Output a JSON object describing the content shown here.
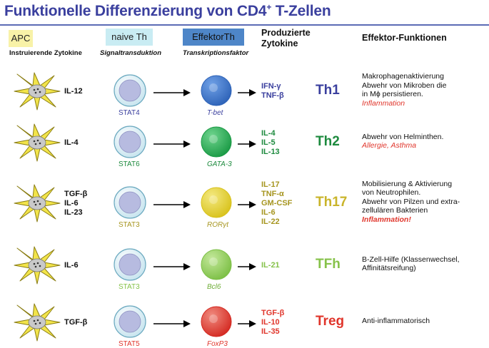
{
  "title": {
    "text": "Funktionelle Differenzierung von CD4",
    "superscript": "+",
    "suffix": " T-Zellen"
  },
  "headers": {
    "apc": "APC",
    "apc_sub": "Instruierende Zytokine",
    "naive": "naive Th",
    "naive_sub": "Signaltransduktion",
    "effektor": "EffektorTh",
    "effektor_sub": "Transkriptionsfaktor",
    "produced_line1": "Produzierte",
    "produced_line2": "Zytokine",
    "functions": "Effektor-Funktionen"
  },
  "colors": {
    "title": "#3a3f9e",
    "apc_cell": "#f2e44a",
    "apc_nucleus": "#c9c9c9",
    "naive_cell": "#c5e3ee",
    "naive_nucleus": "#b7bbe0",
    "red_text": "#e0352b"
  },
  "rows": [
    {
      "apc_cytokines": [
        "IL-12"
      ],
      "stat": "STAT4",
      "stat_color": "#3a3f9e",
      "tf": "T-bet",
      "tf_color": "#3a3f9e",
      "cell_color": "#2e63b8",
      "cell_light": "#6fa0e6",
      "cytokines": [
        "IFN-γ",
        "TNF-β"
      ],
      "cyt_color": "#3a3f9e",
      "subset": "Th1",
      "subset_color": "#3a3f9e",
      "functions": [
        "Makrophagenaktivierung",
        "Abwehr von Mikroben die",
        "in Mϕ persistieren."
      ],
      "functions_red": "Inflammation",
      "red_bold": false
    },
    {
      "apc_cytokines": [
        "IL-4"
      ],
      "stat": "STAT6",
      "stat_color": "#1d8a3e",
      "tf": "GATA-3",
      "tf_color": "#1d8a3e",
      "cell_color": "#1a9a45",
      "cell_light": "#6fd48e",
      "cytokines": [
        "IL-4",
        "IL-5",
        "IL-13"
      ],
      "cyt_color": "#1d8a3e",
      "subset": "Th2",
      "subset_color": "#1d8a3e",
      "functions": [
        "Abwehr von Helminthen."
      ],
      "functions_red": "Allergie, Asthma",
      "red_bold": false
    },
    {
      "apc_cytokines": [
        "TGF-β",
        "IL-6",
        "IL-23"
      ],
      "stat": "STAT3",
      "stat_color": "#a6951f",
      "tf": "RORγt",
      "tf_color": "#a6951f",
      "cell_color": "#d8c21c",
      "cell_light": "#f4e980",
      "cytokines": [
        "IL-17",
        "TNF-α",
        "GM-CSF",
        "IL-6",
        "IL-22"
      ],
      "cyt_color": "#a6951f",
      "subset": "Th17",
      "subset_color": "#c9b42a",
      "functions": [
        "Mobilisierung & Aktivierung",
        "von Neutrophilen.",
        "Abwehr von Pilzen und extra-",
        "zellulären Bakterien"
      ],
      "functions_red": "Inflammation!",
      "red_bold": true
    },
    {
      "apc_cytokines": [
        "IL-6"
      ],
      "stat": "STAT3",
      "stat_color": "#86c24a",
      "tf": "Bcl6",
      "tf_color": "#6fae38",
      "cell_color": "#7cbf45",
      "cell_light": "#c3e89a",
      "cytokines": [
        "IL-21"
      ],
      "cyt_color": "#86c24a",
      "subset": "TFh",
      "subset_color": "#86c24a",
      "functions": [
        "B-Zell-Hilfe (Klassenwechsel,",
        "Affinitätsreifung)"
      ],
      "functions_red": "",
      "red_bold": false
    },
    {
      "apc_cytokines": [
        "TGF-β"
      ],
      "stat": "STAT5",
      "stat_color": "#e0352b",
      "tf": "FoxP3",
      "tf_color": "#e0352b",
      "cell_color": "#d42a22",
      "cell_light": "#f08a7e",
      "cytokines": [
        "TGF-β",
        "IL-10",
        "IL-35"
      ],
      "cyt_color": "#e0352b",
      "subset": "Treg",
      "subset_color": "#e0352b",
      "functions": [
        "Anti-inflammatorisch"
      ],
      "functions_red": "",
      "red_bold": false
    }
  ]
}
